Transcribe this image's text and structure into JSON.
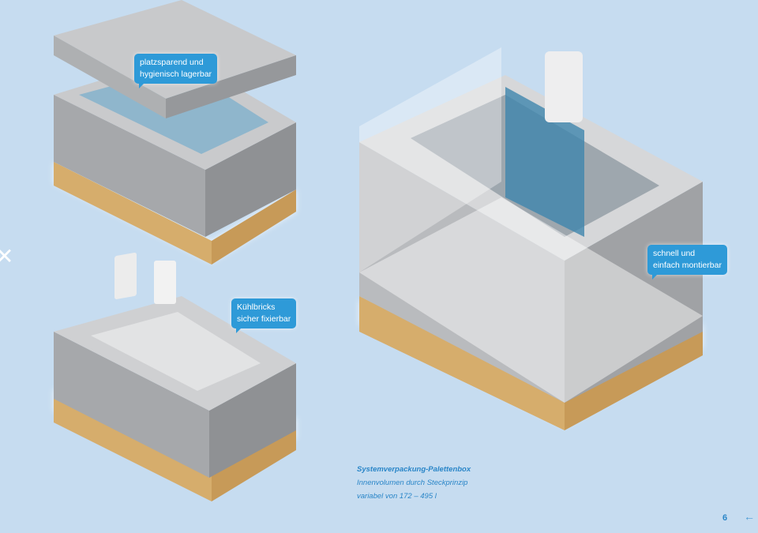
{
  "callouts": {
    "top_left": [
      "platzsparend und",
      "hygienisch lagerbar"
    ],
    "bottom_left": [
      "Kühlbricks",
      "sicher fixierbar"
    ],
    "right": [
      "schnell und",
      "einfach montierbar"
    ]
  },
  "caption": {
    "title": "Systemverpackung-Palettenbox",
    "line1": "Innenvolumen durch Steckprinzip",
    "line2": "variabel von 172 – 495 l"
  },
  "page_number": "6",
  "nav": {
    "back_arrow": "←"
  },
  "colors": {
    "background": "#c6dcf0",
    "accent": "#2e9ad8",
    "wood": "#dcb77a",
    "box": "#a9abae"
  }
}
